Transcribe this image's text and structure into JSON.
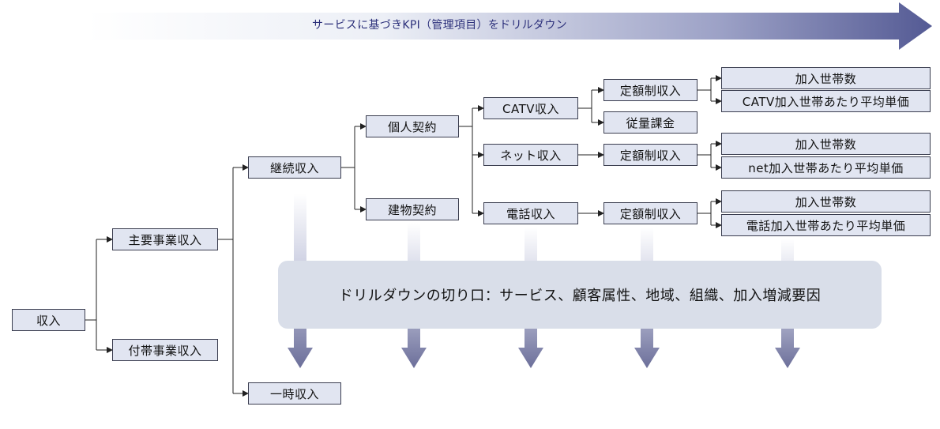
{
  "banner": {
    "text": "サービスに基づきKPI（管理項目）をドリルダウン"
  },
  "nodes": {
    "revenue": "収入",
    "main_business": "主要事業収入",
    "incidental_business": "付帯事業収入",
    "recurring": "継続収入",
    "one_time": "一時収入",
    "individual_contract": "個人契約",
    "building_contract": "建物契約",
    "catv_revenue": "CATV収入",
    "net_revenue": "ネット収入",
    "phone_revenue": "電話収入",
    "catv_flat_rate": "定額制収入",
    "catv_metered": "従量課金",
    "net_flat_rate": "定額制収入",
    "phone_flat_rate": "定額制収入",
    "catv_subscribers": "加入世帯数",
    "catv_arpu": "CATV加入世帯あたり平均単価",
    "net_subscribers": "加入世帯数",
    "net_arpu": "net加入世帯あたり平均単価",
    "phone_subscribers": "加入世帯数",
    "phone_arpu": "電話加入世帯あたり平均単価"
  },
  "dimensions_box": {
    "text": "ドリルダウンの切り口：サービス、顧客属性、地域、組織、加入増減要因"
  },
  "colors": {
    "node_fill": "#e1e5f1",
    "node_border": "#3a3d4f",
    "connector": "#222222",
    "arrow_fill": "#6c6f9a",
    "banner_arrow": "#545a94",
    "dimensions_fill": "#d9dee9"
  }
}
